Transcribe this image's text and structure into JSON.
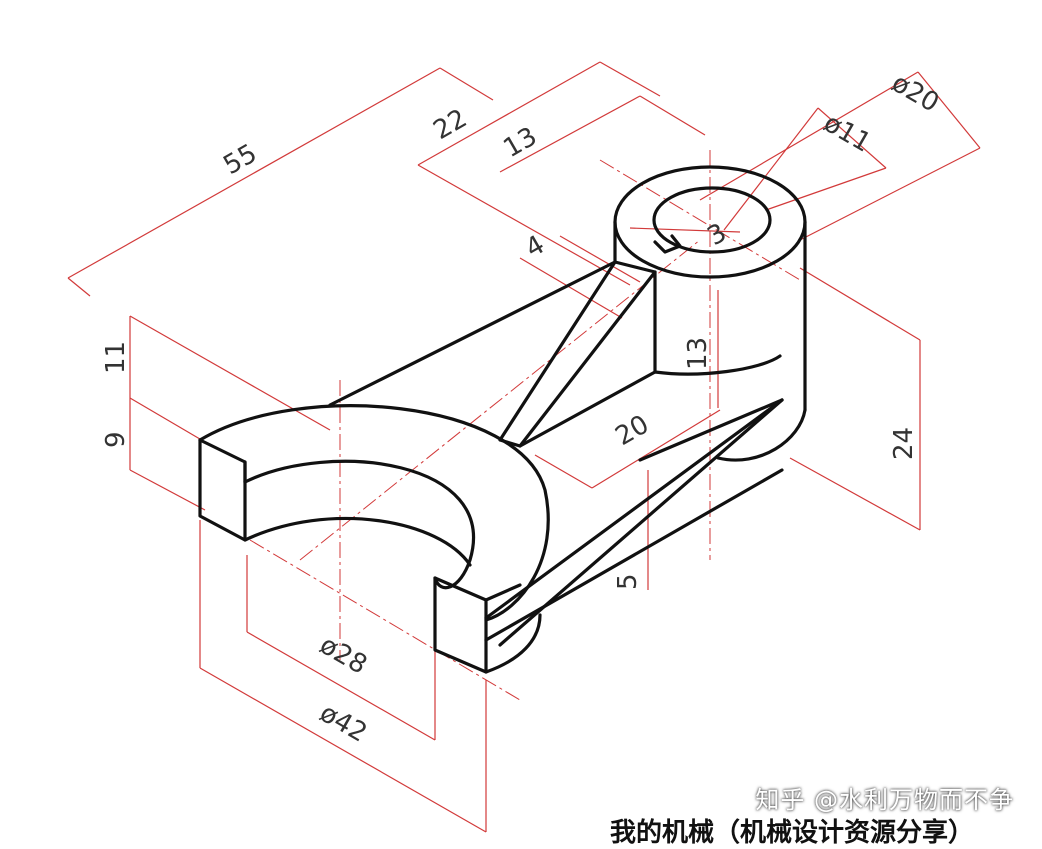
{
  "dimensions": {
    "d55": "55",
    "d22": "22",
    "d13_top": "13",
    "d20_dia": "ø20",
    "d11_dia": "ø11",
    "d4": "4",
    "d3": "3",
    "d13_rib": "13",
    "d24": "24",
    "d11_left": "11",
    "d9": "9",
    "d20_rib": "20",
    "d5": "5",
    "d28_dia": "ø28",
    "d42_dia": "ø42"
  },
  "watermark": "知乎 @水利万物而不争",
  "caption": "我的机械（机械设计资源分享）"
}
